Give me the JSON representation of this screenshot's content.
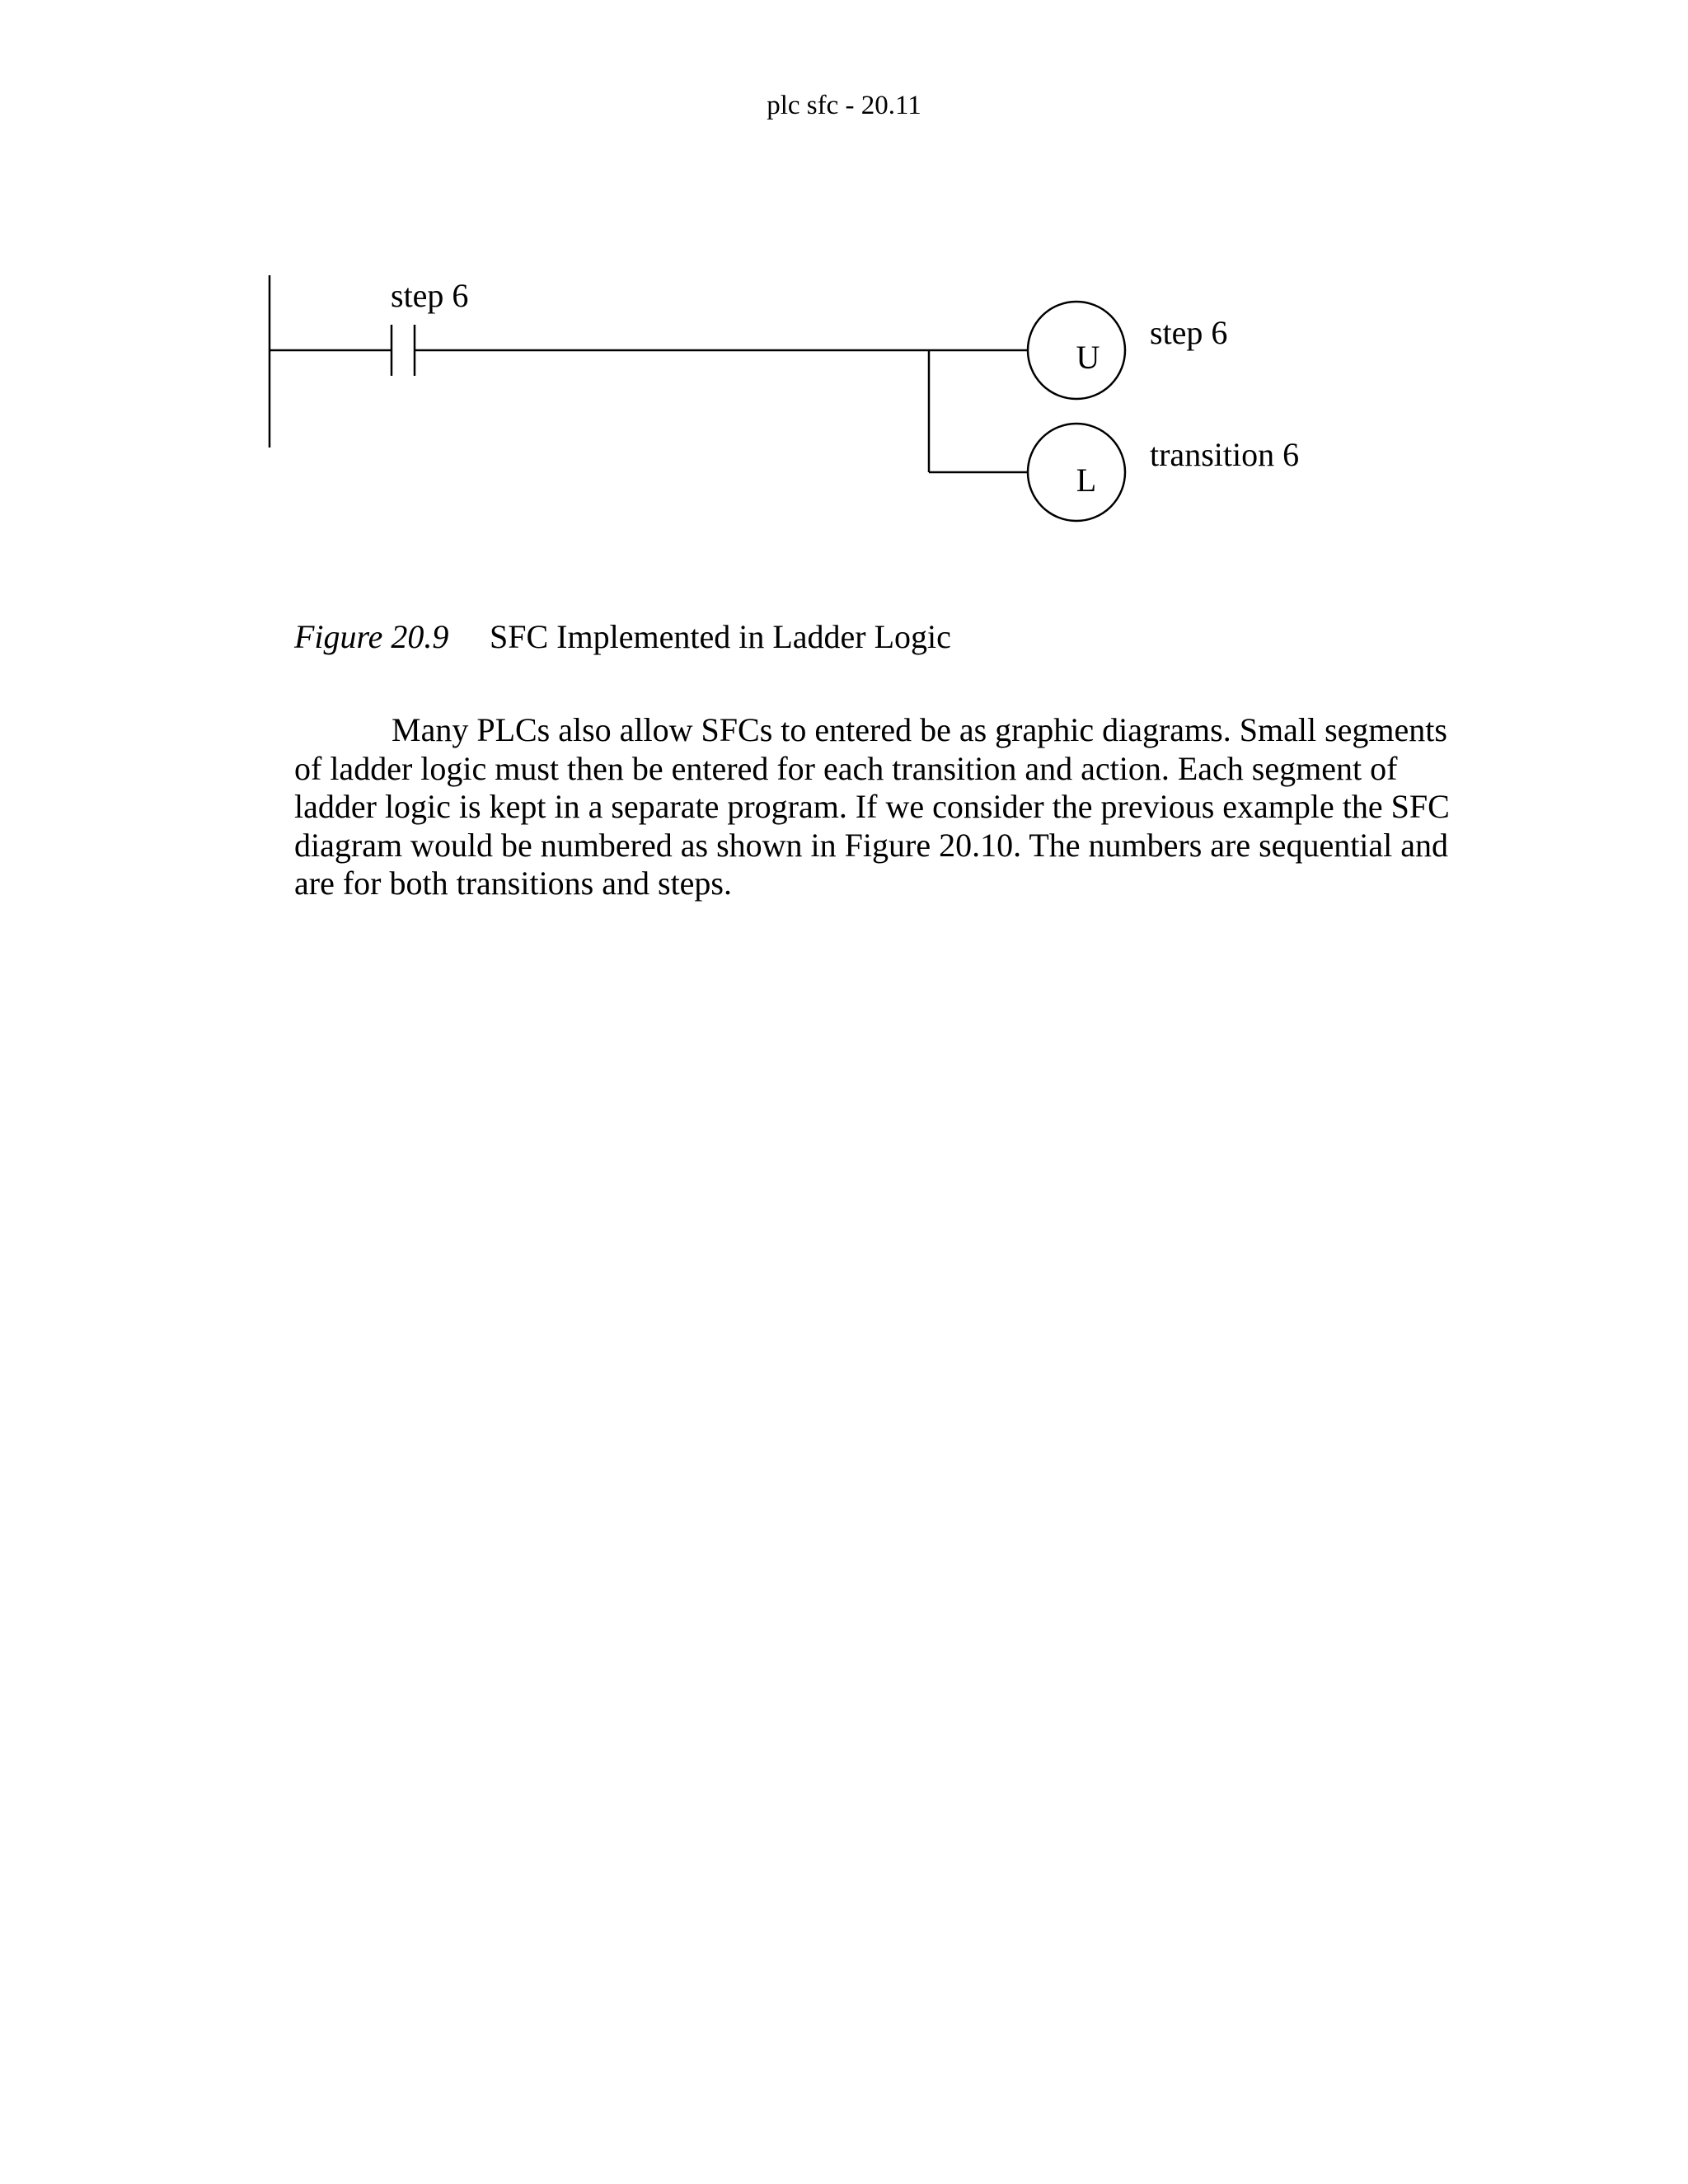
{
  "header": {
    "running_title": "plc sfc - 20.11"
  },
  "ladder": {
    "contact_label": "step 6",
    "coils": [
      {
        "letter": "U",
        "label": "step 6"
      },
      {
        "letter": "L",
        "label": "transition 6"
      }
    ]
  },
  "figure": {
    "number": "Figure 20.9",
    "title": "SFC Implemented in Ladder Logic"
  },
  "body": {
    "paragraph": "Many PLCs also allow SFCs to entered be as graphic diagrams. Small segments of ladder logic must then be entered for each transition and action. Each segment of ladder logic is kept in a separate program. If we consider the previous example the SFC diagram would be numbered as shown in Figure 20.10. The numbers are sequential and are for both transitions and steps."
  }
}
